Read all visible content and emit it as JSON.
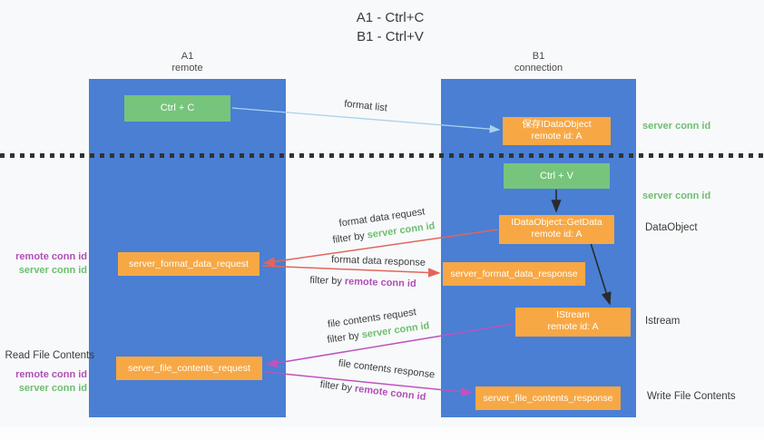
{
  "colors": {
    "lane_blue": "#4a7fd3",
    "box_green": "#77c47c",
    "box_orange": "#f7a844",
    "arrow_light_blue": "#a9d2ee",
    "arrow_red": "#e2655c",
    "arrow_magenta": "#bd53be",
    "arrow_black": "#2b2b2b",
    "label_green": "#6cbf70",
    "label_purple": "#af4fb5"
  },
  "title": {
    "line1": "A1 - Ctrl+C",
    "line2": "B1 - Ctrl+V"
  },
  "lanes": {
    "a1": {
      "name": "A1",
      "subtitle": "remote"
    },
    "b1": {
      "name": "B1",
      "subtitle": "connection"
    }
  },
  "boxes": {
    "ctrl_c": {
      "label": "Ctrl + C"
    },
    "ctrl_v": {
      "label": "Ctrl + V"
    },
    "save_dataobject": {
      "line1": "保存IDataObject",
      "line2": "remote id: A"
    },
    "getdata": {
      "line1": "IDataObject::GetData",
      "line2": "remote id: A"
    },
    "istream": {
      "line1": "IStream",
      "line2": "remote id: A"
    },
    "format_request": {
      "label": "server_format_data_request"
    },
    "format_response": {
      "label": "server_format_data_response"
    },
    "file_request": {
      "label": "server_file_contents_request"
    },
    "file_response": {
      "label": "server_file_contents_response"
    }
  },
  "arrows": {
    "format_list": {
      "label": "format list"
    },
    "format_data_request": {
      "label": "format data request",
      "filter_prefix": "filter by ",
      "filter_value": "server conn id"
    },
    "format_data_response": {
      "label": "format data response",
      "filter_prefix": "filter by ",
      "filter_value": "remote conn id"
    },
    "file_contents_request": {
      "label": "file contents request",
      "filter_prefix": "filter by ",
      "filter_value": "server conn id"
    },
    "file_contents_response": {
      "label": "file contents response",
      "filter_prefix": "filter by ",
      "filter_value": "remote conn id"
    }
  },
  "side_labels": {
    "server_conn_id_top": "server conn id",
    "server_conn_id_mid": "server conn id",
    "dataobject": "DataObject",
    "istream": "Istream",
    "write_file_contents": "Write File Contents",
    "read_file_contents": "Read File Contents",
    "left_top": {
      "remote": "remote conn id",
      "server": "server conn id"
    },
    "left_bottom": {
      "remote": "remote conn id",
      "server": "server conn id"
    }
  }
}
